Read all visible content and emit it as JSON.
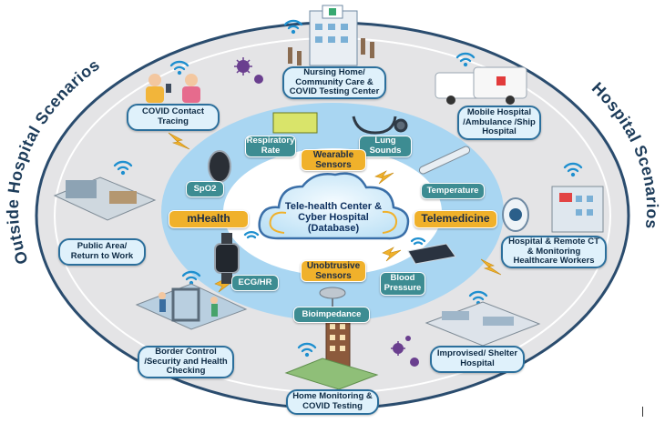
{
  "ring_titles": {
    "left": "Outside Hospital Scenarios",
    "right": "Hospital Scenarios"
  },
  "center": "Tele-health Center & Cyber Hospital (Database)",
  "scenarios": {
    "nursing_home": "Nursing Home/ Community Care & COVID Testing Center",
    "covid_tracing": "COVID Contact Tracing",
    "mobile_hospital": "Mobile Hospital /Ambulance /Ship Hospital",
    "public_area": "Public Area/ Return to Work",
    "hospital_remote": "Hospital & Remote CT & Monitoring Healthcare Workers",
    "border_control": "Border Control /Security and Health Checking",
    "shelter_hospital": "Improvised/ Shelter Hospital",
    "home_monitoring": "Home Monitoring & COVID Testing"
  },
  "sensors": {
    "respiratory_rate": "Respiratory Rate",
    "lung_sounds": "Lung Sounds",
    "wearable_sensors": "Wearable Sensors",
    "spo2": "SpO2",
    "temperature": "Temperature",
    "mhealth": "mHealth",
    "telemedicine": "Telemedicine",
    "ecg_hr": "ECG/HR",
    "unobtrusive_sensors": "Unobtrusive Sensors",
    "blood_pressure": "Blood Pressure",
    "bioimpedance": "Bioimpedance"
  },
  "colors": {
    "outer_ring": "#e4e4e6",
    "mid_ring": "#a9d6f2",
    "inner_ring": "#ffffff",
    "cloud": "#d8ecf8",
    "accent_gold": "#f0b12b",
    "teal_label": "#3d8c92",
    "dark_blue_text": "#0d2a44"
  }
}
